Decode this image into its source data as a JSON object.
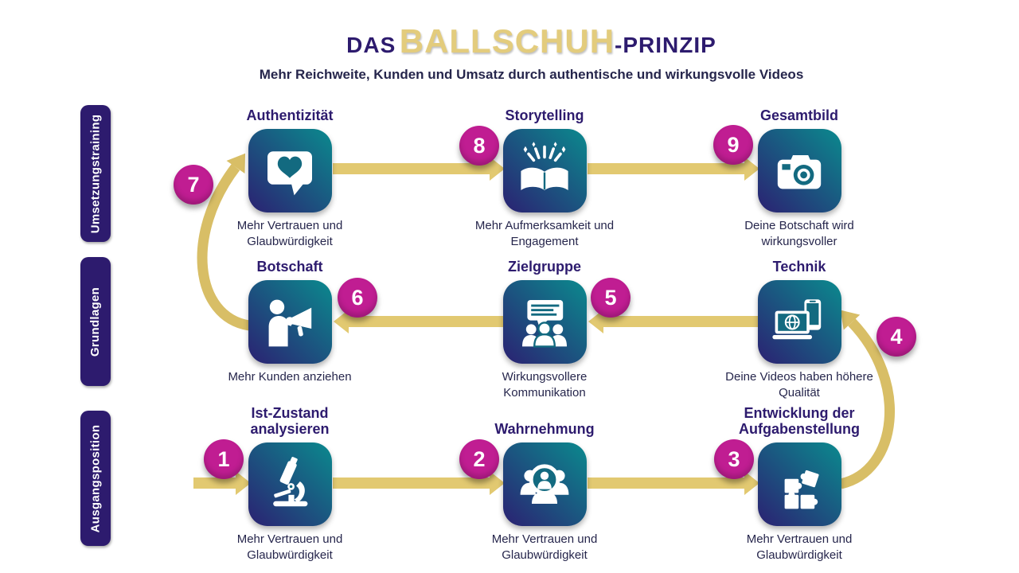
{
  "title": {
    "prefix": "DAS",
    "highlight": "BALLSCHUH",
    "suffix": "-PRINZIP"
  },
  "subtitle": "Mehr Reichweite, Kunden und Umsatz durch authentische und wirkungsvolle Videos",
  "colors": {
    "indigo": "#2d1b6e",
    "navy_text": "#26264c",
    "title_gold": "#e3cc7d",
    "arrow_gold": "#e2c971",
    "curve_gold": "#d8be66",
    "step_magenta": "#c01d92",
    "box_gradient_start": "#2b2172",
    "box_gradient_end": "#0b8a8e",
    "icon_cutout": "#136a80"
  },
  "rows": [
    {
      "label": "Umsetzungstraining",
      "nodes": [
        {
          "title": "Authentizität",
          "caption": "Mehr Vertrauen und Glaubwürdigkeit",
          "icon": "heart-speech-bubble-icon"
        },
        {
          "title": "Storytelling",
          "caption": "Mehr Aufmerksamkeit und Engagement",
          "icon": "storybook-sparkles-icon"
        },
        {
          "title": "Gesamtbild",
          "caption": "Deine Botschaft wird wirkungsvoller",
          "icon": "camera-icon"
        }
      ]
    },
    {
      "label": "Grundlagen",
      "nodes": [
        {
          "title": "Botschaft",
          "caption": "Mehr Kunden anziehen",
          "icon": "megaphone-person-icon"
        },
        {
          "title": "Zielgruppe",
          "caption": "Wirkungsvollere Kommunikation",
          "icon": "audience-speech-icon"
        },
        {
          "title": "Technik",
          "caption": "Deine Videos haben höhere Qualität",
          "icon": "laptop-phone-icon"
        }
      ]
    },
    {
      "label": "Ausgangsposition",
      "nodes": [
        {
          "title": "Ist-Zustand analysieren",
          "caption": "Mehr Vertrauen und Glaubwürdigkeit",
          "icon": "microscope-icon"
        },
        {
          "title": "Wahrnehmung",
          "caption": "Mehr Vertrauen und Glaubwürdigkeit",
          "icon": "people-magnifier-icon"
        },
        {
          "title": "Entwicklung der Aufgabenstellung",
          "caption": "Mehr Vertrauen und Glaubwürdigkeit",
          "icon": "puzzle-icon"
        }
      ]
    }
  ],
  "steps": [
    {
      "number": "1"
    },
    {
      "number": "2"
    },
    {
      "number": "3"
    },
    {
      "number": "4"
    },
    {
      "number": "5"
    },
    {
      "number": "6"
    },
    {
      "number": "7"
    },
    {
      "number": "8"
    },
    {
      "number": "9"
    }
  ]
}
